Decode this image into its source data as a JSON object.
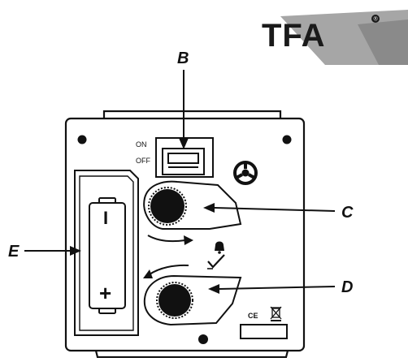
{
  "logo": {
    "brand": "TFA",
    "registered_mark": "®"
  },
  "switch": {
    "on_label": "ON",
    "off_label": "OFF"
  },
  "callouts": {
    "b": "B",
    "c": "C",
    "d": "D",
    "e": "E"
  },
  "battery": {
    "minus": "I",
    "plus": "+"
  },
  "icons": {
    "alarm": "bell-icon",
    "confirm": "check-icon",
    "recycle": "recycle-icon",
    "certification": "ce-mark-icon",
    "disposal": "crossed-bin-icon"
  },
  "marking": {
    "ce": "CE"
  },
  "colors": {
    "line": "#111111",
    "logo_panel": "#9e9e9e",
    "background": "#ffffff"
  }
}
